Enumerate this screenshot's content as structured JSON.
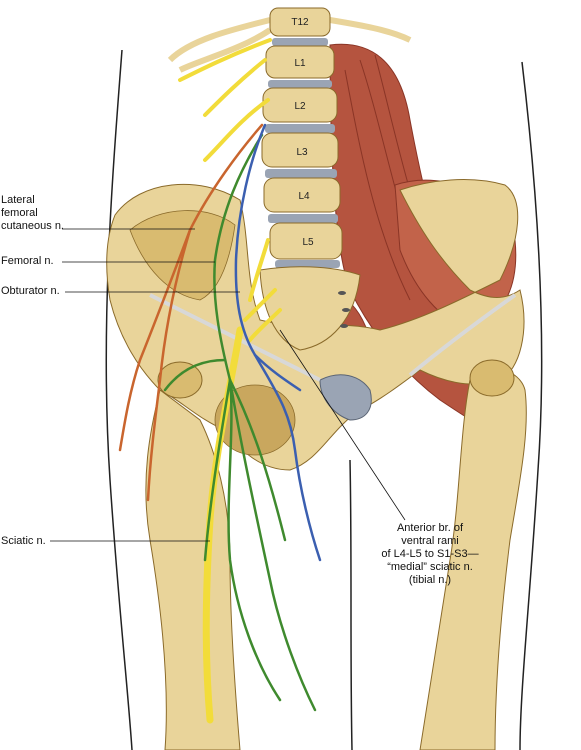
{
  "vertebrae": [
    "T12",
    "L1",
    "L2",
    "L3",
    "L4",
    "L5"
  ],
  "labels": {
    "lateral_femoral_cutaneous": "Lateral\nfemoral\ncutaneous n.",
    "femoral": "Femoral n.",
    "obturator": "Obturator n.",
    "sciatic": "Sciatic n.",
    "anterior_branch": "Anterior br. of\nventral rami\nof L4-L5 to S1-S3—\n“medial” sciatic n.\n(tibial n.)"
  },
  "colors": {
    "bone": "#e9d49a",
    "bone_shade": "#c9a75e",
    "disc": "#9aa4b4",
    "muscle": "#b5543f",
    "muscle_dark": "#8a3526",
    "nerve_yellow": "#f2dc3a",
    "nerve_green": "#3f8a2e",
    "nerve_blue": "#3b5fb0",
    "nerve_orange": "#c9652e",
    "body_outline": "#222222"
  }
}
